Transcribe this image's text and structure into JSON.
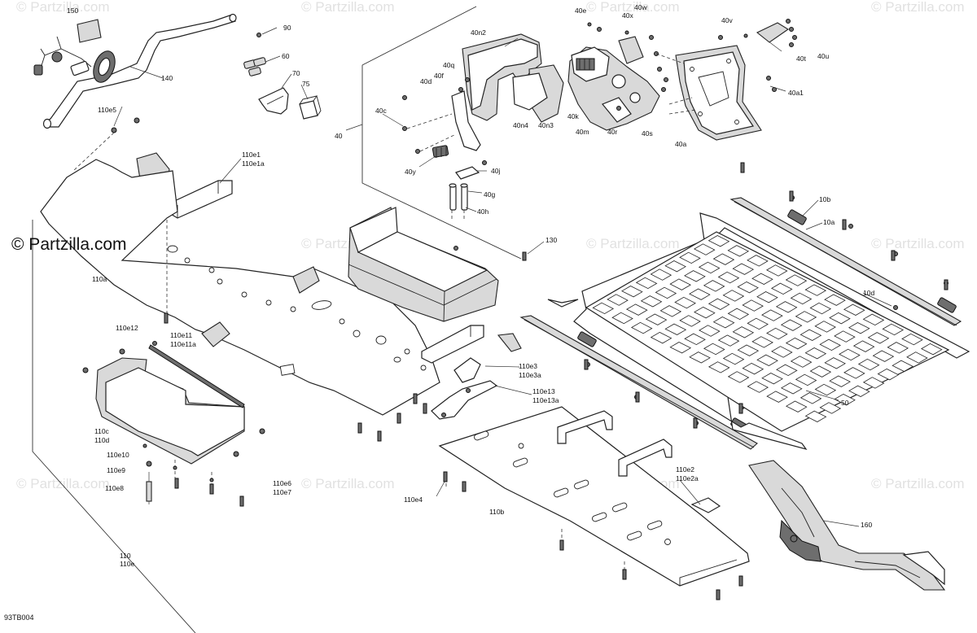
{
  "watermark": {
    "text": "© Partzilla.com",
    "color": "#c9c9c9"
  },
  "brand": {
    "label": "© Partzilla.com"
  },
  "figure_code": "93TB004",
  "callouts": [
    "150",
    "140",
    "90",
    "60",
    "70",
    "75",
    "110e5",
    "110e1",
    "110e1a",
    "110a",
    "40n2",
    "40q",
    "40f",
    "40d",
    "40c",
    "40",
    "40n4",
    "40n3",
    "40m",
    "40k",
    "40r",
    "40s",
    "40e",
    "40x",
    "40w",
    "40v",
    "40t",
    "40u",
    "40a1",
    "40a",
    "40y",
    "40j",
    "40g",
    "40h",
    "10b",
    "10a",
    "10d",
    "130",
    "110e12",
    "110e11",
    "110e11a",
    "110c",
    "110d",
    "110e10",
    "110e9",
    "110e8",
    "110e6",
    "110e7",
    "110e3",
    "110e3a",
    "110e13",
    "110e13a",
    "110e4",
    "110b",
    "110e2",
    "110e2a",
    "110",
    "110e",
    "50",
    "160"
  ],
  "colors": {
    "line": "#222222",
    "fill_grey": "#d9d9d9",
    "fill_dark": "#6e6e6e"
  }
}
